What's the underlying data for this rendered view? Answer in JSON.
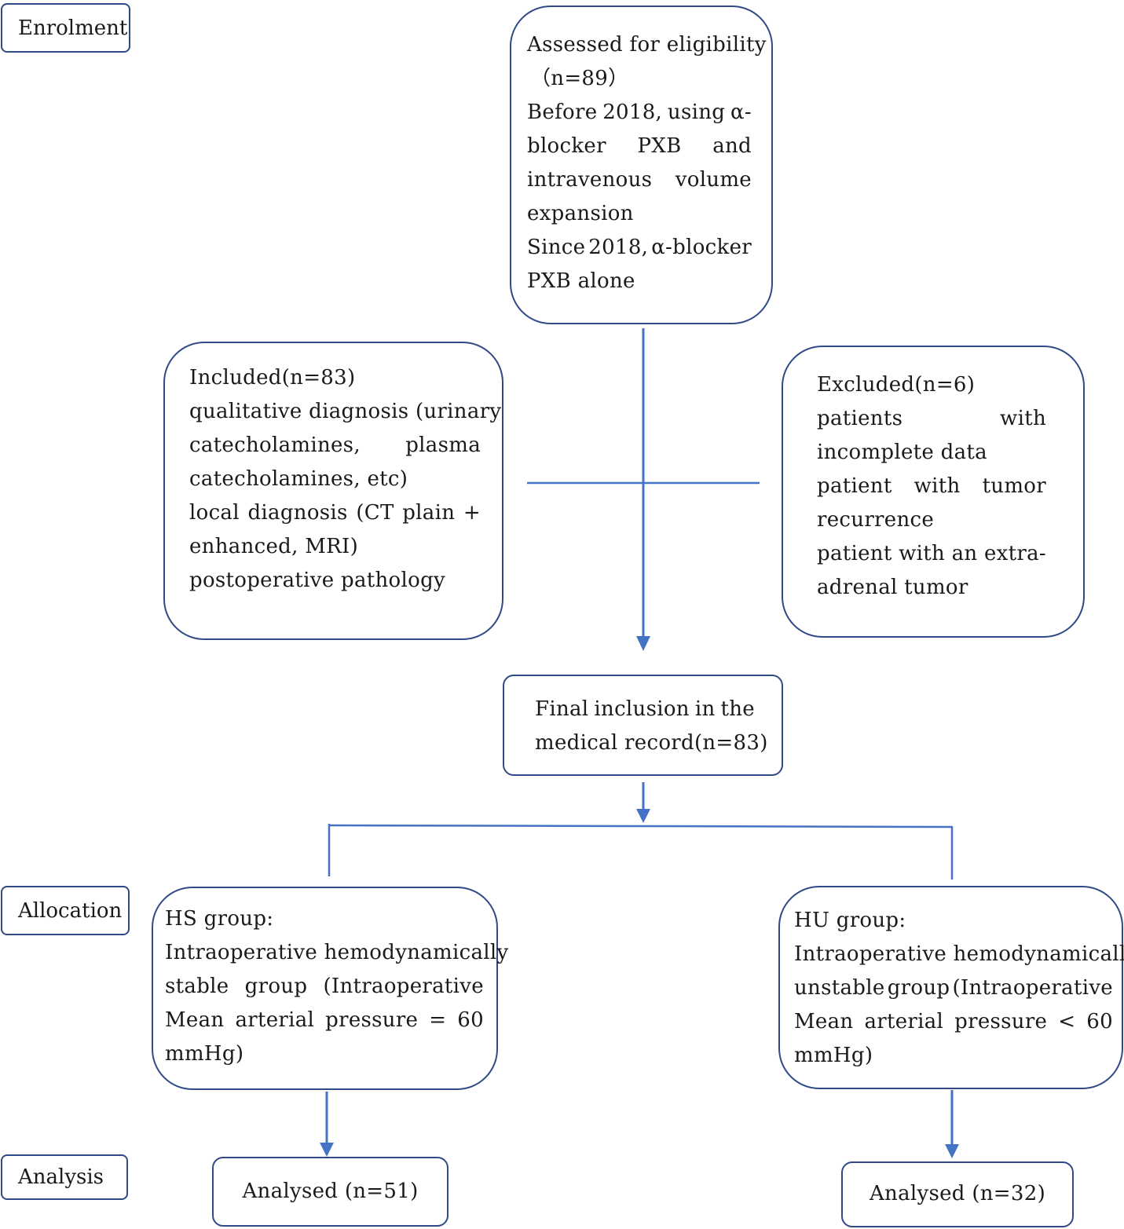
{
  "stages": {
    "enrolment": "Enrolment",
    "allocation": "Allocation",
    "analysis": "Analysis"
  },
  "assessed": {
    "title": "Assessed for eligibility",
    "count": "（n=89）",
    "line1": [
      "Before",
      "2018,",
      "using",
      "α-"
    ],
    "line2": [
      "blocker",
      "PXB",
      "and"
    ],
    "line3": [
      "intravenous",
      "volume"
    ],
    "line4": "expansion",
    "line5": [
      "Since",
      "2018,",
      "α-blocker"
    ],
    "line6": "PXB alone"
  },
  "included": {
    "title": "Included(n=83)",
    "line1": "qualitative diagnosis (urinary",
    "line2": [
      "catecholamines,",
      "plasma"
    ],
    "line3": "catecholamines, etc)",
    "line4": [
      "local",
      "diagnosis",
      "(CT",
      "plain",
      "+"
    ],
    "line5": "enhanced, MRI)",
    "line6": "postoperative pathology"
  },
  "excluded": {
    "title": "Excluded(n=6)",
    "line1": [
      "patients",
      "with"
    ],
    "line2": "incomplete data",
    "line3": [
      "patient",
      "with",
      "tumor"
    ],
    "line4": "recurrence",
    "line5": [
      "patient",
      "with",
      "an",
      "extra-"
    ],
    "line6": "adrenal tumor"
  },
  "final": {
    "line1": [
      "Final",
      "inclusion",
      "in",
      "the"
    ],
    "line2": "medical record(n=83)"
  },
  "hs": {
    "title": "HS group:",
    "line1": "Intraoperative hemodynamically",
    "line2": [
      "stable",
      "group",
      "(Intraoperative"
    ],
    "line3": [
      "Mean",
      "arterial",
      "pressure",
      "=",
      "60"
    ],
    "line4": "mmHg)"
  },
  "hu": {
    "title": "HU group:",
    "line1": "Intraoperative hemodynamically",
    "line2": [
      "unstable",
      "group",
      "(Intraoperative"
    ],
    "line3": [
      "Mean",
      "arterial",
      "pressure",
      "<",
      "60"
    ],
    "line4": "mmHg)"
  },
  "analysed_hs": "Analysed (n=51)",
  "analysed_hu": "Analysed (n=32)",
  "colors": {
    "box_border": "#2f4a86",
    "connector": "#4472c4"
  }
}
